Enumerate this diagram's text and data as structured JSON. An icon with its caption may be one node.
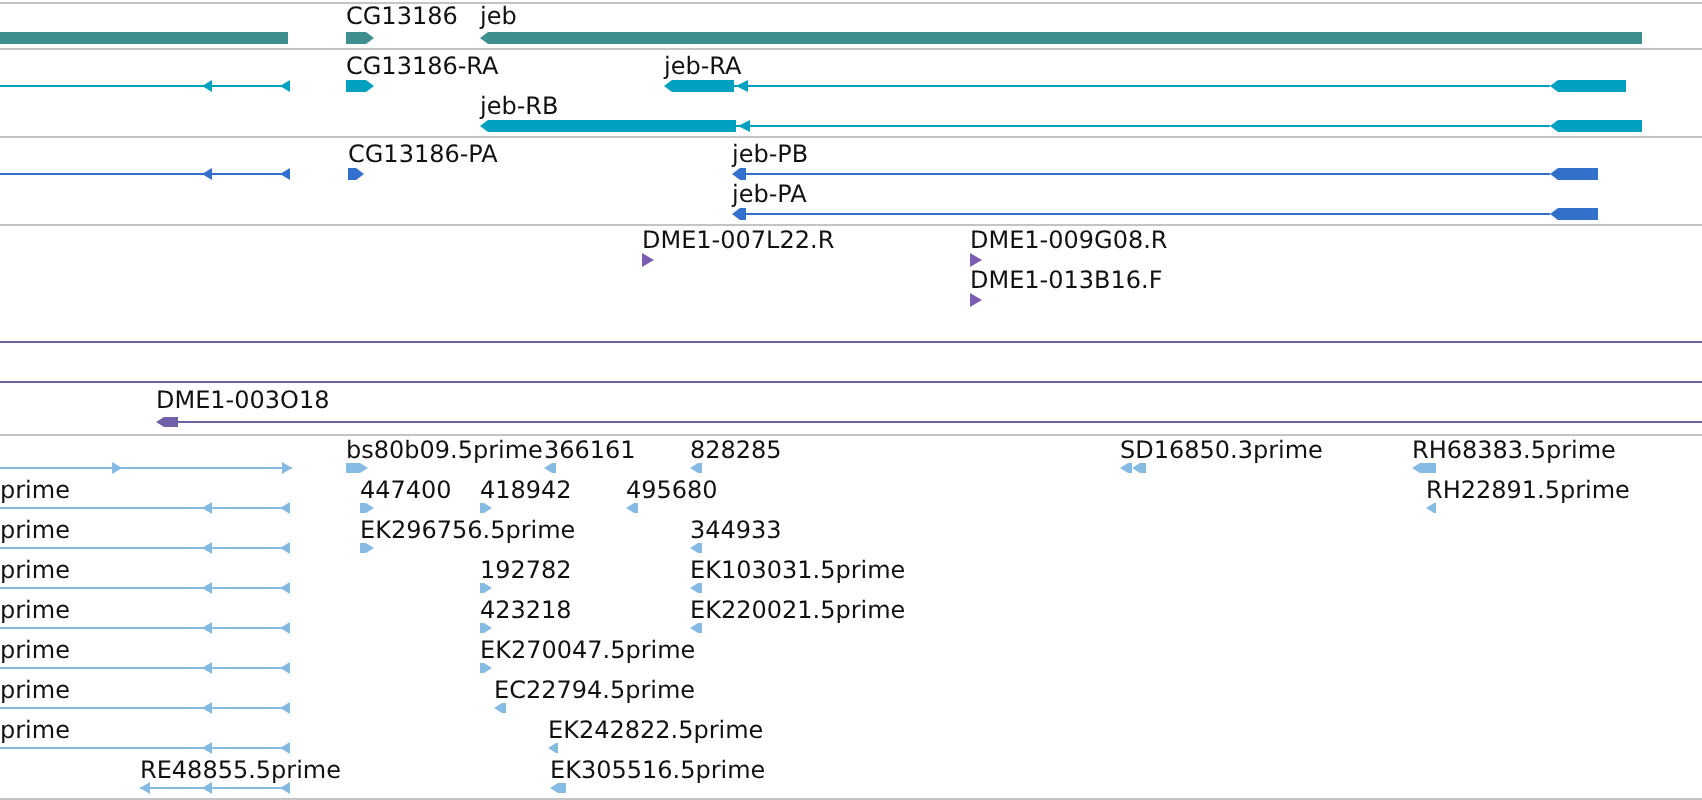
{
  "diagram": {
    "labels": [
      "CG13186",
      "jeb",
      "CG13186-RA",
      "jeb-RA",
      "jeb-RB",
      "CG13186-PA",
      "jeb-PB",
      "jeb-PA",
      "DME1-007L22.R",
      "DME1-009G08.R",
      "DME1-013B16.F",
      "DME1-003O18",
      "bs80b09.5prime",
      "366161",
      "828285",
      "SD16850.3prime",
      "RH68383.5prime",
      "prime",
      "447400",
      "418942",
      "495680",
      "RH22891.5prime",
      "prime",
      "EK296756.5prime",
      "344933",
      "prime",
      "192782",
      "EK103031.5prime",
      "prime",
      "423218",
      "EK220021.5prime",
      "prime",
      "EK270047.5prime",
      "prime",
      "EC22794.5prime",
      "prime",
      "EK242822.5prime",
      "RE48855.5prime",
      "EK305516.5prime"
    ]
  }
}
